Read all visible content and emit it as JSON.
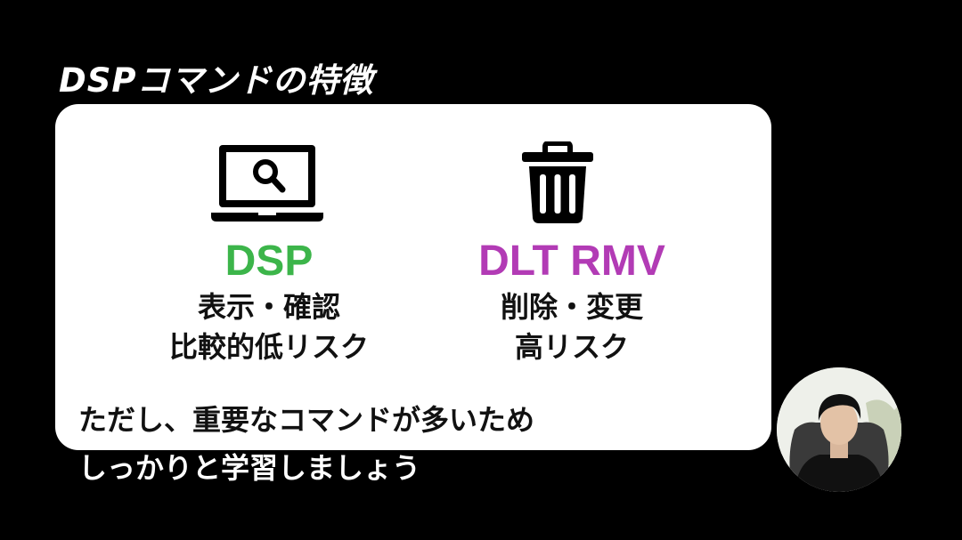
{
  "title": "DSPコマンドの特徴",
  "colors": {
    "background": "#000000",
    "card": "#ffffff",
    "dsp_accent": "#3cb54a",
    "dlt_accent": "#b23bb5",
    "text_dark": "#111111",
    "text_light": "#ffffff"
  },
  "left": {
    "icon": "laptop-search-icon",
    "command": "DSP",
    "line1": "表示・確認",
    "line2": "比較的低リスク"
  },
  "right": {
    "icon": "trash-icon",
    "command": "DLT RMV",
    "line1": "削除・変更",
    "line2": "高リスク"
  },
  "note": {
    "line1": "ただし、重要なコマンドが多いため",
    "line2": "しっかりと学習しましょう"
  },
  "avatar": {
    "icon": "presenter-avatar-icon"
  }
}
